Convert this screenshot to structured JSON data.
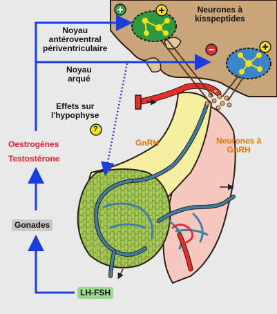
{
  "labels": {
    "kisspeptin_neurons": "Neurones à\nkisspeptides",
    "avpv_nucleus": "Noyau\nantéroventral\npériventriculaire",
    "arcuate_nucleus": "Noyau\narqué",
    "pituitary_effects": "Effets sur\nl'hypophyse",
    "question_mark": "?",
    "gnrh": "GnRH",
    "gnrh_neurons": "Neurones à\nGnRH",
    "estrogens": "Oestrogènes",
    "testosterone": "Testostérone",
    "gonads": "Gonades",
    "lh_fsh": "LH-FSH",
    "plus_sign": "+",
    "minus_sign": "−"
  },
  "colors": {
    "background": "#e9e9e9",
    "hypothalamus": "#c9a67a",
    "feedback_arrow": "#1a3de0",
    "hormones_text": "#e8202a",
    "gnrh_text": "#e07800",
    "avpv_cluster": "#2f9a3f",
    "arcuate_cluster": "#3a86c8",
    "neuron_yellow": "#f5e015",
    "blood_red": "#e82d2d",
    "portal_blue": "#3d7fa8",
    "anterior_pituitary": "#a6c858",
    "posterior_pituitary": "#f5c9c0",
    "stalk_yellow": "#f6eea0",
    "gonads_tag": "#c8c8c8",
    "lhfsh_tag": "#9ad88a"
  }
}
